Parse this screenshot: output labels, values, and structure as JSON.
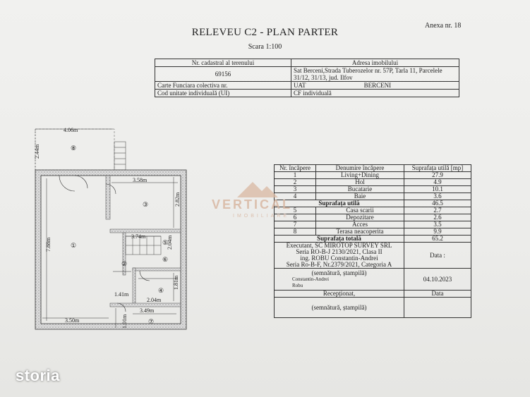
{
  "header": {
    "annex": "Anexa nr. 18",
    "title": "RELEVEU C2 - PLAN PARTER",
    "scale": "Scara 1:100"
  },
  "info": {
    "cad_label": "Nr. cadastral al terenului",
    "addr_label": "Adresa imobilului",
    "cad_value": "69156",
    "addr_line1": "Sat Berceni,Strada Tuberozelor nr. 57P,  Tarla 11, Parcelele",
    "addr_line2": "31/12, 31/13,  jud. Ilfov",
    "cf_label": "Carte Funciara colectiva nr.",
    "uat_label": "UAT",
    "uat_value": "BERCENI",
    "ui_label": "Cod unitate individuală (UI)",
    "cf_ind_label": "CF individuală"
  },
  "rooms_table": {
    "col_nr": "Nr. încăpere",
    "col_name": "Denumire încăpere",
    "col_area": "Suprafața utilă [mp]",
    "rows": [
      {
        "nr": "1",
        "name": "Living+Dining",
        "area": "27.9"
      },
      {
        "nr": "2",
        "name": "Hol",
        "area": "4.9"
      },
      {
        "nr": "3",
        "name": "Bucatarie",
        "area": "10.1"
      },
      {
        "nr": "4",
        "name": "Baie",
        "area": "3.6"
      }
    ],
    "useful_label": "Suprafața utilă",
    "useful_value": "46.5",
    "rows2": [
      {
        "nr": "5",
        "name": "Casa scarii",
        "area": "2.7"
      },
      {
        "nr": "6",
        "name": "Depozitare",
        "area": "2.6"
      },
      {
        "nr": "7",
        "name": "Acces",
        "area": "3.5"
      },
      {
        "nr": "8",
        "name": "Terasa neacoperita",
        "area": "9.9"
      }
    ],
    "total_label": "Suprafața totală",
    "total_value": "65.2",
    "exec_1": "Executant, SC MIROTOP SURVEY SRL",
    "exec_2": "Seria RO-B-J 2130/2021, Clasa II",
    "exec_3": "ing. ROBU Constantin-Andrei",
    "exec_4": "Seria Ro-B-F, Nr.2379/2021, Categoria A",
    "date_label": "Data :",
    "sign_label": "(semnătură, ștampilă)",
    "sign_name_1": "Constantin-Andrei",
    "sign_name_2": "Robu",
    "date_value": "04.10.2023",
    "recep_label": "Recepționat,",
    "data_label": "Data",
    "sign_label_2": "(semnătură, ștampilă)"
  },
  "plan": {
    "dim_top": "4.06m",
    "dim_terrace": "2.44m",
    "dim_kitchen_w": "3.58m",
    "dim_kitchen_h": "2.82m",
    "dim_stair": "3.74m",
    "dim_stair_v": "2.04m",
    "dim_left": "7.88m",
    "dim_hol": "1.41m",
    "dim_bath_w": "2.04m",
    "dim_bath_h": "1.81m",
    "dim_bottom": "3.50m",
    "dim_access_w": "3.49m",
    "dim_access_h": "1.01m",
    "room_1": "①",
    "room_2": "②",
    "room_3": "③",
    "room_4": "④",
    "room_5": "⑤",
    "room_6": "⑥",
    "room_7": "⑦",
    "room_8": "⑧"
  },
  "watermark": {
    "brand": "VERTICAL",
    "sub": "IMOBILIARE"
  },
  "overlay": {
    "logo": "storia"
  }
}
